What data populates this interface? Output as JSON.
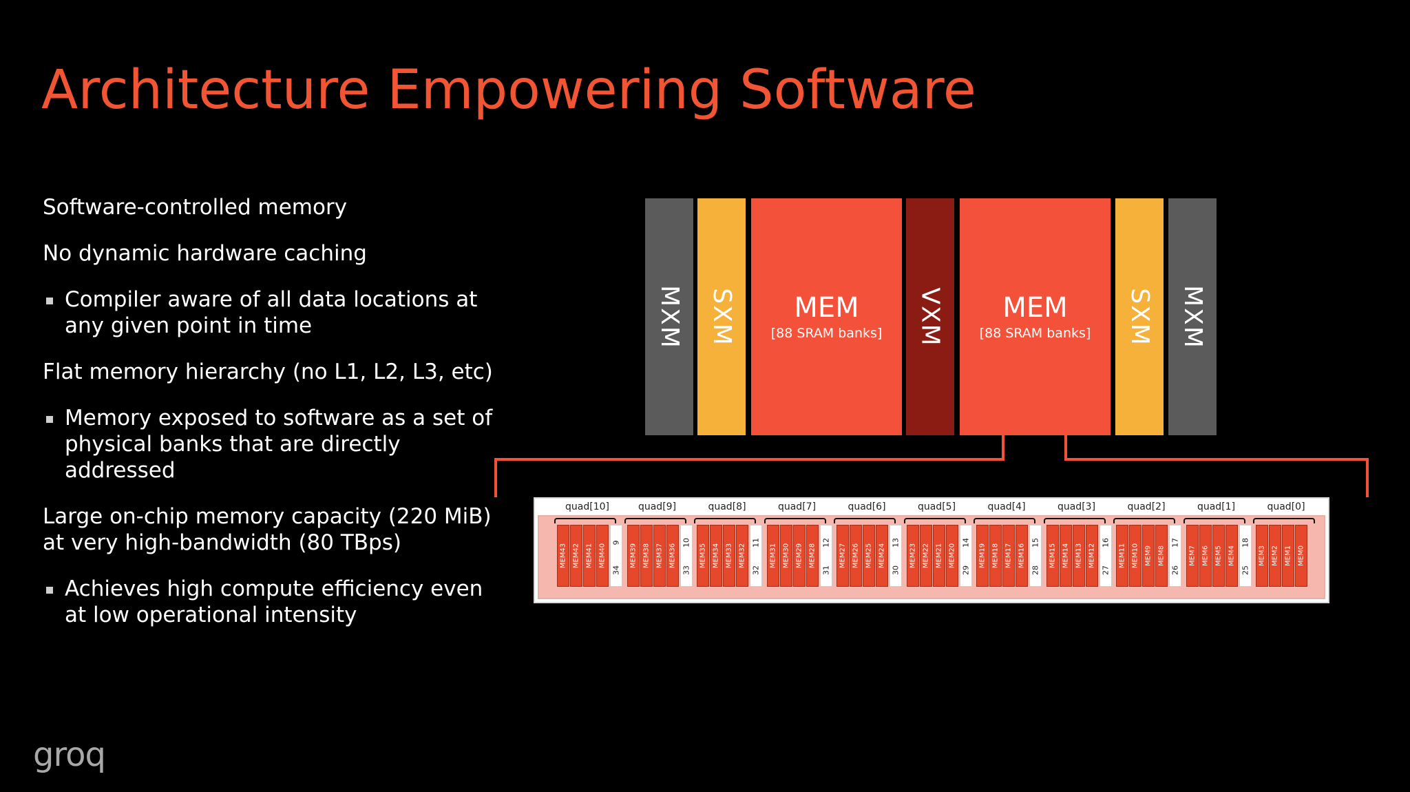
{
  "slide": {
    "title": "Architecture Empowering Software",
    "bullets": [
      {
        "text": "Software-controlled memory",
        "sub": false
      },
      {
        "text": "No dynamic hardware caching",
        "sub": false
      },
      {
        "text": "Compiler aware of all data locations at any given point in time",
        "sub": true
      },
      {
        "text": "Flat memory hierarchy (no L1, L2, L3, etc)",
        "sub": false
      },
      {
        "text": "Memory exposed to software as a set of physical banks that are directly addressed",
        "sub": true
      },
      {
        "text": "Large on-chip memory capacity (220 MiB) at very high-bandwidth (80 TBps)",
        "sub": false
      },
      {
        "text": "Achieves high compute efficiency even at low operational intensity",
        "sub": true
      }
    ],
    "logo": "groq"
  },
  "diagram": {
    "blocks": [
      {
        "id": "mxm-left",
        "label": "MXM",
        "color": "#5b5b5b",
        "vertical": true
      },
      {
        "id": "sxm-left",
        "label": "SXM",
        "color": "#f6b13a",
        "vertical": true
      },
      {
        "id": "mem-left",
        "label": "MEM",
        "sublabel": "[88 SRAM banks]",
        "color": "#f4513a",
        "vertical": false
      },
      {
        "id": "vxm",
        "label": "VXM",
        "color": "#8b1c14",
        "vertical": true
      },
      {
        "id": "mem-right",
        "label": "MEM",
        "sublabel": "[88 SRAM banks]",
        "color": "#f4513a",
        "vertical": false
      },
      {
        "id": "sxm-right",
        "label": "SXM",
        "color": "#f6b13a",
        "vertical": true
      },
      {
        "id": "mxm-right",
        "label": "MXM",
        "color": "#5b5b5b",
        "vertical": true
      }
    ],
    "connector_color": "#f4513a",
    "quads": [
      {
        "label": "quad[10]",
        "mems": [
          "MEM43",
          "MEM42",
          "MEM41",
          "MEM40"
        ],
        "num": "9",
        "num2": "34"
      },
      {
        "label": "quad[9]",
        "mems": [
          "MEM39",
          "MEM38",
          "MEM37",
          "MEM36"
        ],
        "num": "10",
        "num2": "33"
      },
      {
        "label": "quad[8]",
        "mems": [
          "MEM35",
          "MEM34",
          "MEM33",
          "MEM32"
        ],
        "num": "11",
        "num2": "32"
      },
      {
        "label": "quad[7]",
        "mems": [
          "MEM31",
          "MEM30",
          "MEM29",
          "MEM28"
        ],
        "num": "12",
        "num2": "31"
      },
      {
        "label": "quad[6]",
        "mems": [
          "MEM27",
          "MEM26",
          "MEM25",
          "MEM24"
        ],
        "num": "13",
        "num2": "30"
      },
      {
        "label": "quad[5]",
        "mems": [
          "MEM23",
          "MEM22",
          "MEM21",
          "MEM20"
        ],
        "num": "14",
        "num2": "29"
      },
      {
        "label": "quad[4]",
        "mems": [
          "MEM19",
          "MEM18",
          "MEM17",
          "MEM16"
        ],
        "num": "15",
        "num2": "28"
      },
      {
        "label": "quad[3]",
        "mems": [
          "MEM15",
          "MEM14",
          "MEM13",
          "MEM12"
        ],
        "num": "16",
        "num2": "27"
      },
      {
        "label": "quad[2]",
        "mems": [
          "MEM11",
          "MEM10",
          "MEM9",
          "MEM8"
        ],
        "num": "17",
        "num2": "26"
      },
      {
        "label": "quad[1]",
        "mems": [
          "MEM7",
          "MEM6",
          "MEM5",
          "MEM4"
        ],
        "num": "18",
        "num2": "25"
      },
      {
        "label": "quad[0]",
        "mems": [
          "MEM3",
          "MEM2",
          "MEM1",
          "MEM0"
        ],
        "num": "",
        "num2": ""
      }
    ]
  }
}
